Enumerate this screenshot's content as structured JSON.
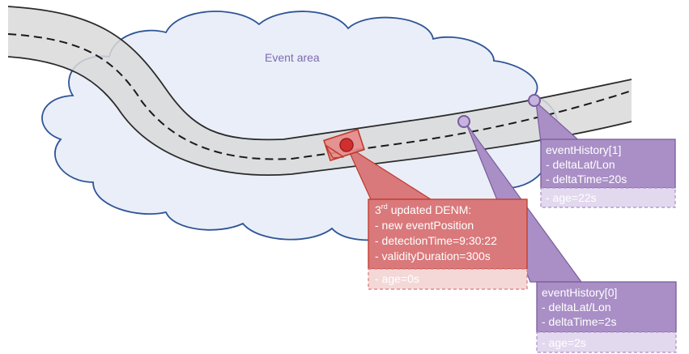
{
  "event_area": {
    "label": "Event area"
  },
  "denm": {
    "title_sup": "rd",
    "title_rest": " updated DENM:",
    "title_prefix": "3",
    "lines": [
      "- new eventPosition",
      "- detectionTime=9:30:22",
      "- validityDuration=300s"
    ],
    "age": "- age=0s"
  },
  "history1": {
    "title": "eventHistory[1]",
    "lines": [
      "- deltaLat/Lon",
      "- deltaTime=20s"
    ],
    "age": "- age=22s"
  },
  "history0": {
    "title": "eventHistory[0]",
    "lines": [
      "- deltaLat/Lon",
      "- deltaTime=2s"
    ],
    "age": "- age=2s"
  },
  "colors": {
    "cloud_fill": "#e9eef8",
    "cloud_stroke": "#2f5597",
    "road_fill": "#d9d9d9",
    "road_stroke": "#2b2b2b",
    "label_purple": "#7f6ab0",
    "denm_fill": "#d9797b",
    "denm_dark": "#c0392b",
    "history_fill": "#a98fc6",
    "history_dark": "#7a5c9c"
  }
}
